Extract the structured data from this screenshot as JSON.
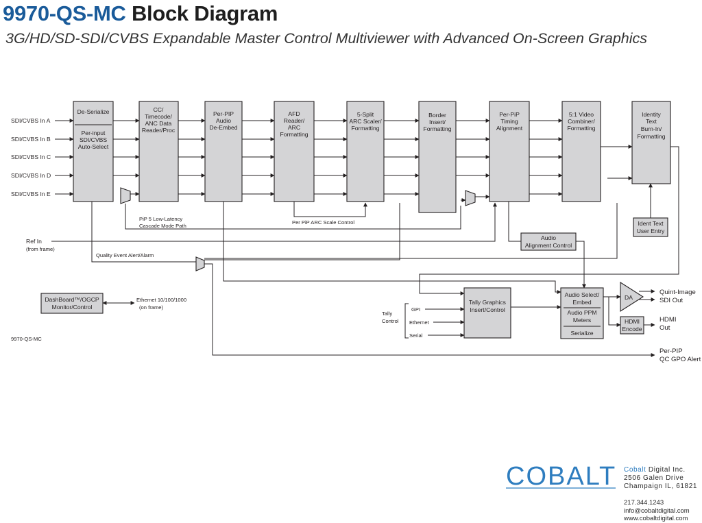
{
  "header": {
    "model": "9970-QS-MC",
    "title_rest": "Block Diagram",
    "subtitle": "3G/HD/SD-SDI/CVBS Expandable Master Control Multiviewer with Advanced On-Screen Graphics"
  },
  "inputs": [
    "SDI/CVBS In A",
    "SDI/CVBS In B",
    "SDI/CVBS In C",
    "SDI/CVBS In D",
    "SDI/CVBS In E"
  ],
  "blocks": {
    "deserialize": {
      "line1": "De-Serialize",
      "lines": [
        "Per-input",
        "SDI/CVBS",
        "Auto-Select"
      ]
    },
    "cc_timecode": {
      "lines": [
        "CC/",
        "Timecode/",
        "ANC Data",
        "Reader/Proc"
      ]
    },
    "audio_deembed": {
      "lines": [
        "Per-PIP",
        "Audio",
        "De-Embed"
      ]
    },
    "afd": {
      "lines": [
        "AFD",
        "Reader/",
        "ARC",
        "Formatting"
      ]
    },
    "arc_scaler": {
      "lines": [
        "5-Split",
        "ARC Scaler/",
        "Formatting"
      ]
    },
    "border": {
      "lines": [
        "Border",
        "Insert/",
        "Formatting"
      ]
    },
    "timing": {
      "lines": [
        "Per-PiP",
        "Timing",
        "Alignment"
      ]
    },
    "combiner": {
      "lines": [
        "5:1 Video",
        "Combiner/",
        "Formatting"
      ]
    },
    "identity": {
      "lines": [
        "Identity",
        "Text",
        "Burn-In/",
        "Formatting"
      ]
    },
    "ident_entry": {
      "lines": [
        "Ident Text",
        "User Entry"
      ]
    },
    "audio_align": {
      "lines": [
        "Audio",
        "Alignment Control"
      ]
    },
    "tally_graphics": {
      "lines": [
        "Tally Graphics",
        "Insert/Control"
      ]
    },
    "audio_select": {
      "line1": "Audio Select/",
      "line2": "Embed",
      "meters1": "Audio PPM",
      "meters2": "Meters",
      "serialize": "Serialize"
    },
    "da": {
      "label": "DA"
    },
    "hdmi": {
      "lines": [
        "HDMI",
        "Encode"
      ]
    },
    "dashboard": {
      "lines": [
        "DashBoard™/OGCP",
        "Monitor/Control"
      ]
    }
  },
  "labels": {
    "pip5_1": "PiP 5 Low-Latency",
    "pip5_2": "Cascade Mode Path",
    "per_pip_arc": "Per PiP ARC Scale Control",
    "ref_in": "Ref In",
    "from_frame": "(from frame)",
    "quality_alert": "Quality Event Alert/Alarm",
    "ethernet_1": "Ethernet 10/100/1000",
    "ethernet_2": "(on frame)",
    "model_tag": "9970-QS-MC",
    "tally_1": "Tally",
    "tally_2": "Control",
    "gpi": "GPI",
    "ethernet": "Ethernet",
    "serial": "Serial"
  },
  "outputs": {
    "quint_1": "Quint-Image",
    "quint_2": "SDI Out",
    "hdmi_1": "HDMI",
    "hdmi_2": "Out",
    "gpo_1": "Per-PIP",
    "gpo_2": "QC GPO Alert"
  },
  "company": {
    "logo": "COBALT",
    "brand": "Cobalt",
    "name_rest": " Digital Inc.",
    "address1": "2506 Galen Drive",
    "address2": "Champaign IL, 61821",
    "phone": "217.344.1243",
    "email": "info@cobaltdigital.com",
    "web": "www.cobaltdigital.com"
  },
  "colors": {
    "model": "#1a5b9a",
    "logo": "#2e7dbf",
    "block_fill": "#d4d4d6",
    "line": "#231f20"
  }
}
